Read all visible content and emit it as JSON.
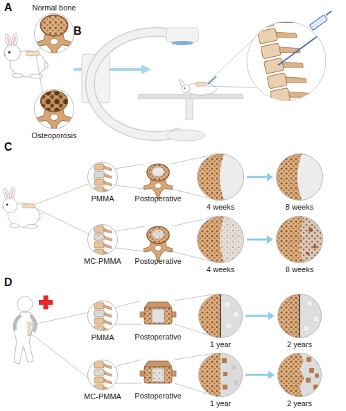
{
  "diagram": {
    "nodes": [
      {
        "text": [
          "Normal bone"
        ]
      },
      {
        "text": [
          "Osteoporosis"
        ]
      },
      {
        "text": [
          "PMMA"
        ]
      },
      {
        "text": [
          "Postoperative"
        ]
      },
      {
        "text": [
          "4 weeks"
        ]
      },
      {
        "text": [
          "8 weeks"
        ]
      },
      {
        "text": [
          "MC-PMMA"
        ]
      },
      {
        "text": [
          "Postoperative"
        ]
      },
      {
        "text": [
          "4 weeks"
        ]
      },
      {
        "text": [
          "8 weeks"
        ]
      },
      {
        "text": [
          "PMMA"
        ]
      },
      {
        "text": [
          "Postoperative"
        ]
      },
      {
        "text": [
          "1 year"
        ]
      },
      {
        "text": [
          "2 years"
        ]
      },
      {
        "text": [
          "MC-PMMA"
        ]
      },
      {
        "text": [
          "Postoperative"
        ]
      },
      {
        "text": [
          "1 year"
        ]
      },
      {
        "text": [
          "2 years"
        ]
      }
    ],
    "edges": [
      {
        "from": 4,
        "to": 5,
        "arrow": "to"
      },
      {
        "from": 8,
        "to": 9,
        "arrow": "to"
      },
      {
        "from": 12,
        "to": 13,
        "arrow": "to"
      },
      {
        "from": 16,
        "to": 17,
        "arrow": "to"
      }
    ],
    "labels": [
      "A",
      "B",
      "C",
      "D"
    ]
  }
}
